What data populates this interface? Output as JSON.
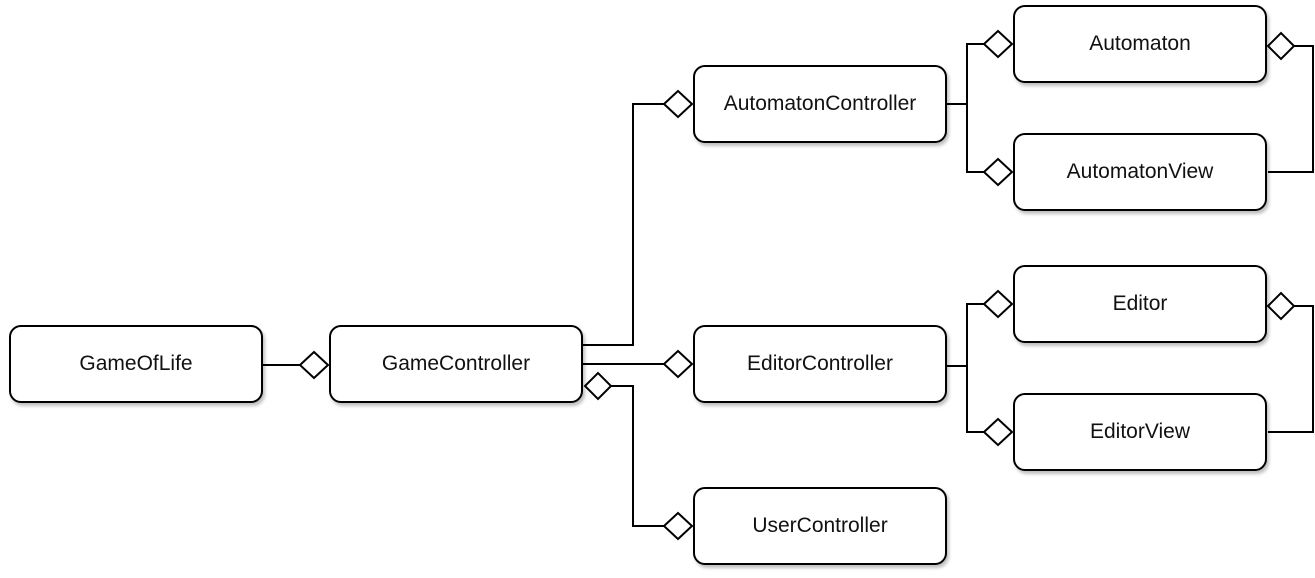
{
  "nodes": {
    "game_of_life": "GameOfLife",
    "game_controller": "GameController",
    "automaton_controller": "AutomatonController",
    "editor_controller": "EditorController",
    "user_controller": "UserController",
    "automaton": "Automaton",
    "automaton_view": "AutomatonView",
    "editor": "Editor",
    "editor_view": "EditorView"
  },
  "relationships": [
    {
      "whole": "GameController",
      "part": "GameOfLife",
      "type": "aggregation"
    },
    {
      "whole": "AutomatonController",
      "part": "GameController",
      "type": "aggregation"
    },
    {
      "whole": "EditorController",
      "part": "GameController",
      "type": "aggregation"
    },
    {
      "whole": "GameController",
      "part": "UserController",
      "type": "aggregation"
    },
    {
      "whole": "Automaton",
      "part": "AutomatonController",
      "type": "aggregation"
    },
    {
      "whole": "AutomatonView",
      "part": "AutomatonController",
      "type": "aggregation"
    },
    {
      "whole": "Automaton",
      "part": "AutomatonView",
      "type": "aggregation"
    },
    {
      "whole": "Editor",
      "part": "EditorController",
      "type": "aggregation"
    },
    {
      "whole": "EditorView",
      "part": "EditorController",
      "type": "aggregation"
    },
    {
      "whole": "Editor",
      "part": "EditorView",
      "type": "aggregation"
    }
  ],
  "colors": {
    "stroke": "#000000",
    "fill": "#ffffff",
    "text": "#111111"
  }
}
